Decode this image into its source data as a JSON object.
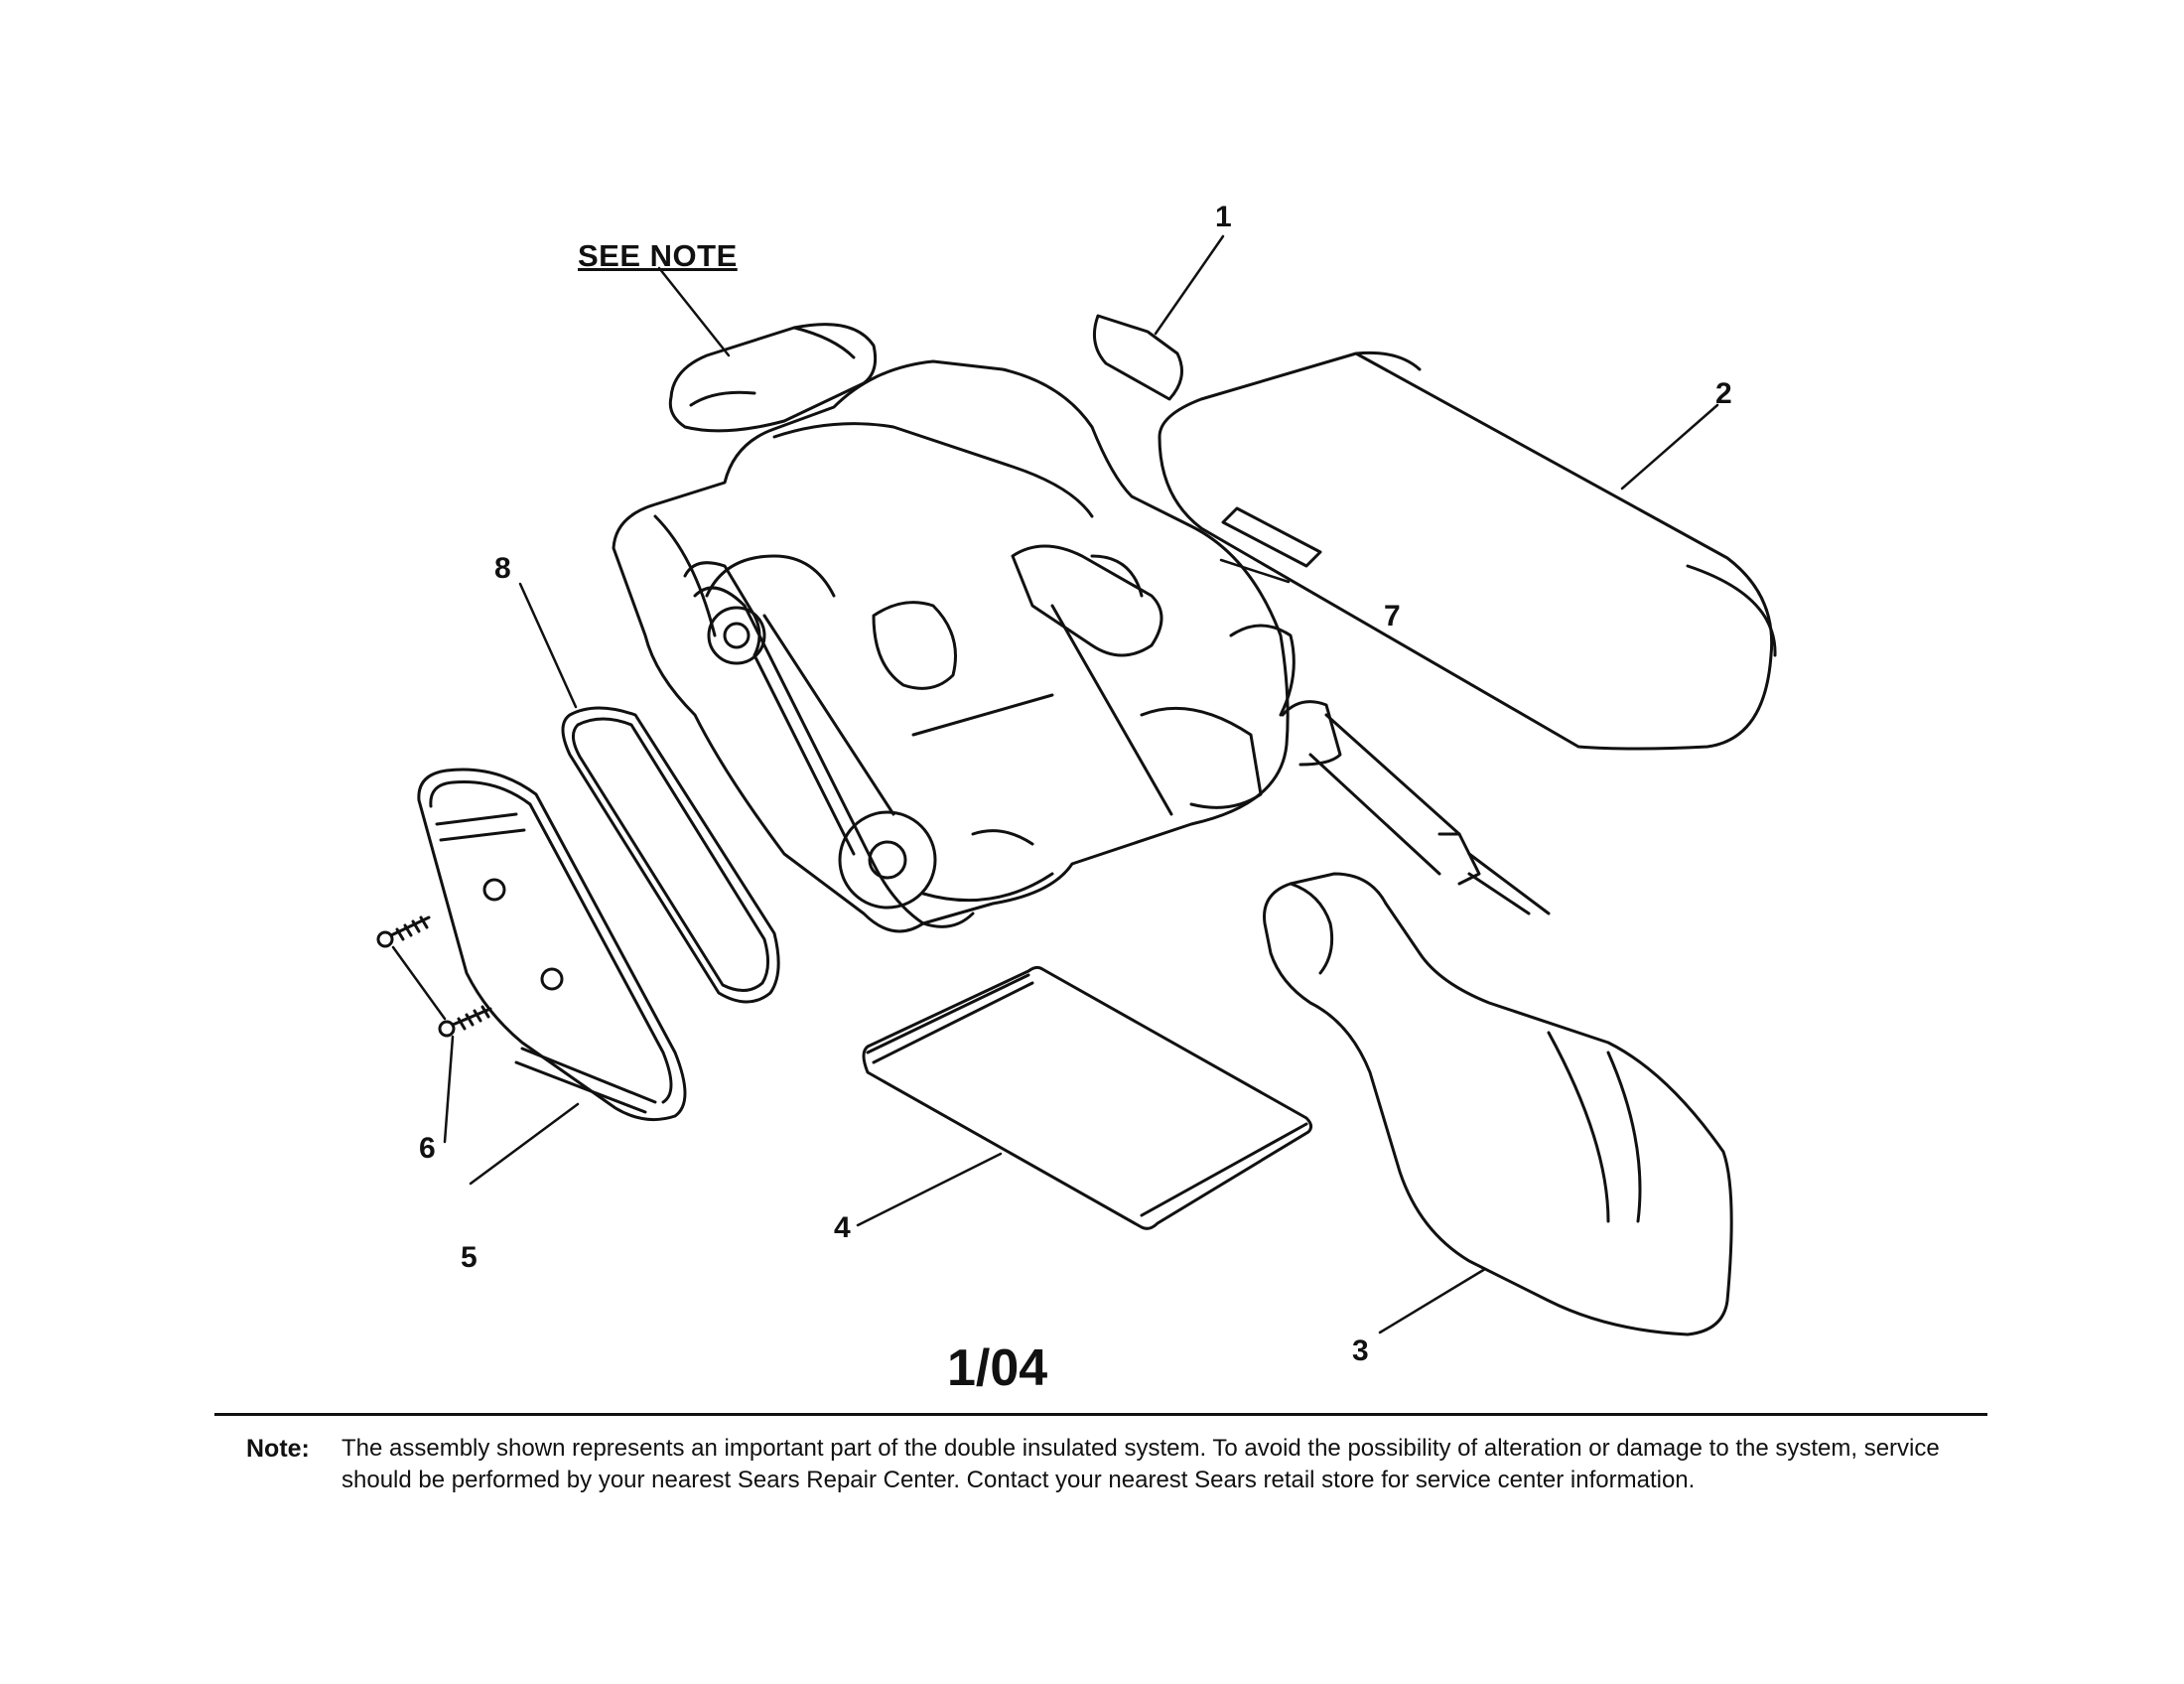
{
  "diagram": {
    "see_note": "SEE NOTE",
    "date_code": "1/04",
    "callouts": [
      "1",
      "2",
      "3",
      "4",
      "5",
      "6",
      "7",
      "8"
    ]
  },
  "note": {
    "label": "Note:",
    "text": "The assembly shown represents an important part of the double insulated system. To avoid the possibility of alteration or damage to the system, service should be performed by your nearest Sears Repair Center. Contact your nearest Sears retail store for service center information."
  }
}
